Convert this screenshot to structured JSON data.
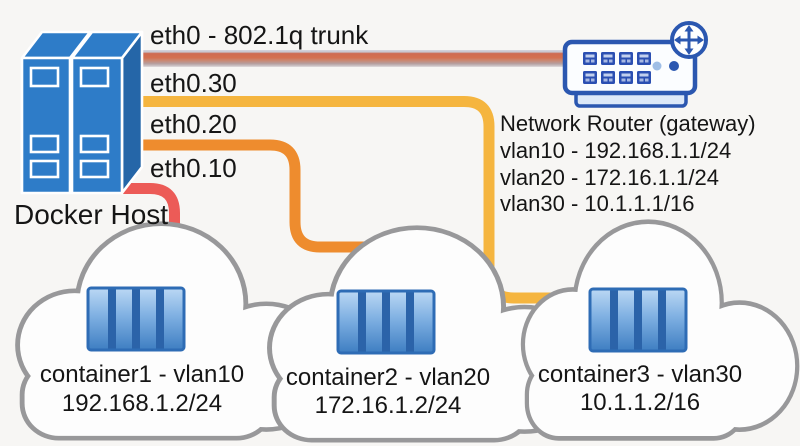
{
  "docker_host": {
    "label": "Docker Host"
  },
  "interfaces": [
    {
      "label": "eth0 - 802.1q trunk",
      "type": "trunk",
      "color": "#D0664F"
    },
    {
      "label": "eth0.30",
      "type": "subinterface",
      "color": "#F5B53F"
    },
    {
      "label": "eth0.20",
      "type": "subinterface",
      "color": "#EE8C2E"
    },
    {
      "label": "eth0.10",
      "type": "subinterface",
      "color": "#EC5B57"
    }
  ],
  "router": {
    "label": "Network Router (gateway)",
    "interfaces": [
      "vlan10 - 192.168.1.1/24",
      "vlan20 - 172.16.1.1/24",
      "vlan30 - 10.1.1.1/16"
    ]
  },
  "containers": [
    {
      "label": "container1 - vlan10",
      "ip": "192.168.1.2/24"
    },
    {
      "label": "container2 - vlan20",
      "ip": "172.16.1.2/24"
    },
    {
      "label": "container3 - vlan30",
      "ip": "10.1.1.2/16"
    }
  ],
  "colors": {
    "background": "#F7F6F4",
    "host_blue": "#2E7CC8",
    "router_blue": "#2B57B0",
    "cloud_outline": "#98989A",
    "container_blue": "#4584C8",
    "trunk_line": "#D0664F",
    "vlan30_line": "#F5B53F",
    "vlan20_line": "#EE8C2E",
    "vlan10_line": "#EC5B57"
  }
}
